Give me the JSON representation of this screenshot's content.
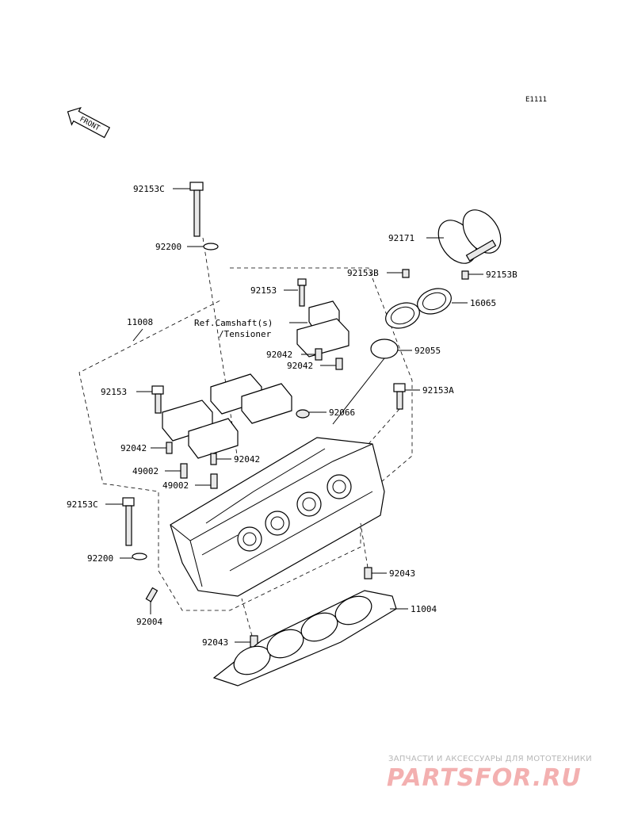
{
  "diagram": {
    "code": "E1111",
    "front_label": "FRONT",
    "ref_line1": "Ref.Camshaft(s)",
    "ref_line2": "/Tensioner",
    "labels": {
      "p92153C_top": "92153C",
      "p92200_top": "92200",
      "p92153_mid": "92153",
      "p11008": "11008",
      "p92042_a": "92042",
      "p92042_b": "92042",
      "p92153_left": "92153",
      "p92042_c": "92042",
      "p49002_a": "49002",
      "p92042_d": "92042",
      "p49002_b": "49002",
      "p92153C_low": "92153C",
      "p92200_low": "92200",
      "p92004": "92004",
      "p92043_a": "92043",
      "p92043_b": "92043",
      "p11004": "11004",
      "p92171": "92171",
      "p92153B_l": "92153B",
      "p92153B_r": "92153B",
      "p16065": "16065",
      "p92055": "92055",
      "p92153A": "92153A",
      "p92066": "92066"
    }
  },
  "watermark": {
    "tagline": "ЗАПЧАСТИ И АКСЕССУАРЫ ДЛЯ МОТОТЕХНИКИ",
    "logo": "PARTSFOR.RU"
  }
}
